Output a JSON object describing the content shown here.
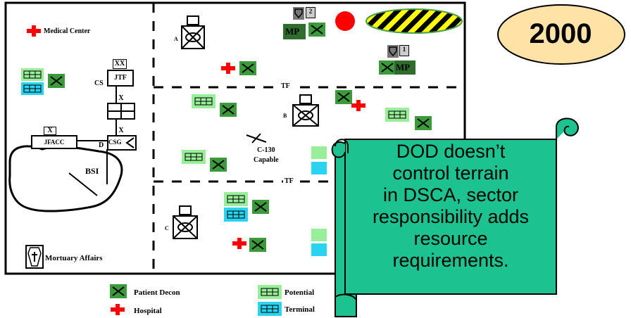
{
  "map": {
    "medical_center_label": "Medical Center",
    "cs_label": "CS",
    "d_label": "D",
    "jtf": {
      "echelon": "XX",
      "name": "JTF"
    },
    "brigade": {
      "echelon": "X"
    },
    "csg": {
      "echelon": "X",
      "name": "CSG"
    },
    "jfacc": {
      "echelon": "X",
      "name": "JFACC"
    },
    "bsi_label": "BSI",
    "mortuary_label": "Mortuary Affairs",
    "sector_a_label": "A",
    "sector_b_label": "B",
    "sector_c_label": "C",
    "tf_label_1": "TF",
    "tf_label_2": "TF",
    "c130_label": "C-130",
    "c130_capable_label": "Capable",
    "mp_label_1": "MP",
    "mp_label_2": "MP",
    "mp_count_1": "2",
    "mp_count_2": "1"
  },
  "legend": {
    "patient_decon": "Patient Decon",
    "hospital": "Hospital",
    "potential": "Potential",
    "terminal": "Terminal"
  },
  "year_badge": {
    "text": "2000"
  },
  "callout": {
    "line1": "DOD doesn’t",
    "line2": "control terrain",
    "line3": "in DSCA, sector",
    "line4": "responsibility adds",
    "line5": "resource",
    "line6": "requirements."
  },
  "colors": {
    "callout_fill": "#1cc28f",
    "year_fill": "#ffe2a6",
    "hospital_red": "#ff0000",
    "potential_green": "#99ee99",
    "terminal_cyan": "#2ad4f0",
    "decon_green": "#3c9a3c",
    "mp_green": "#2f6d2f",
    "hazard_yellow": "#ffff00"
  }
}
